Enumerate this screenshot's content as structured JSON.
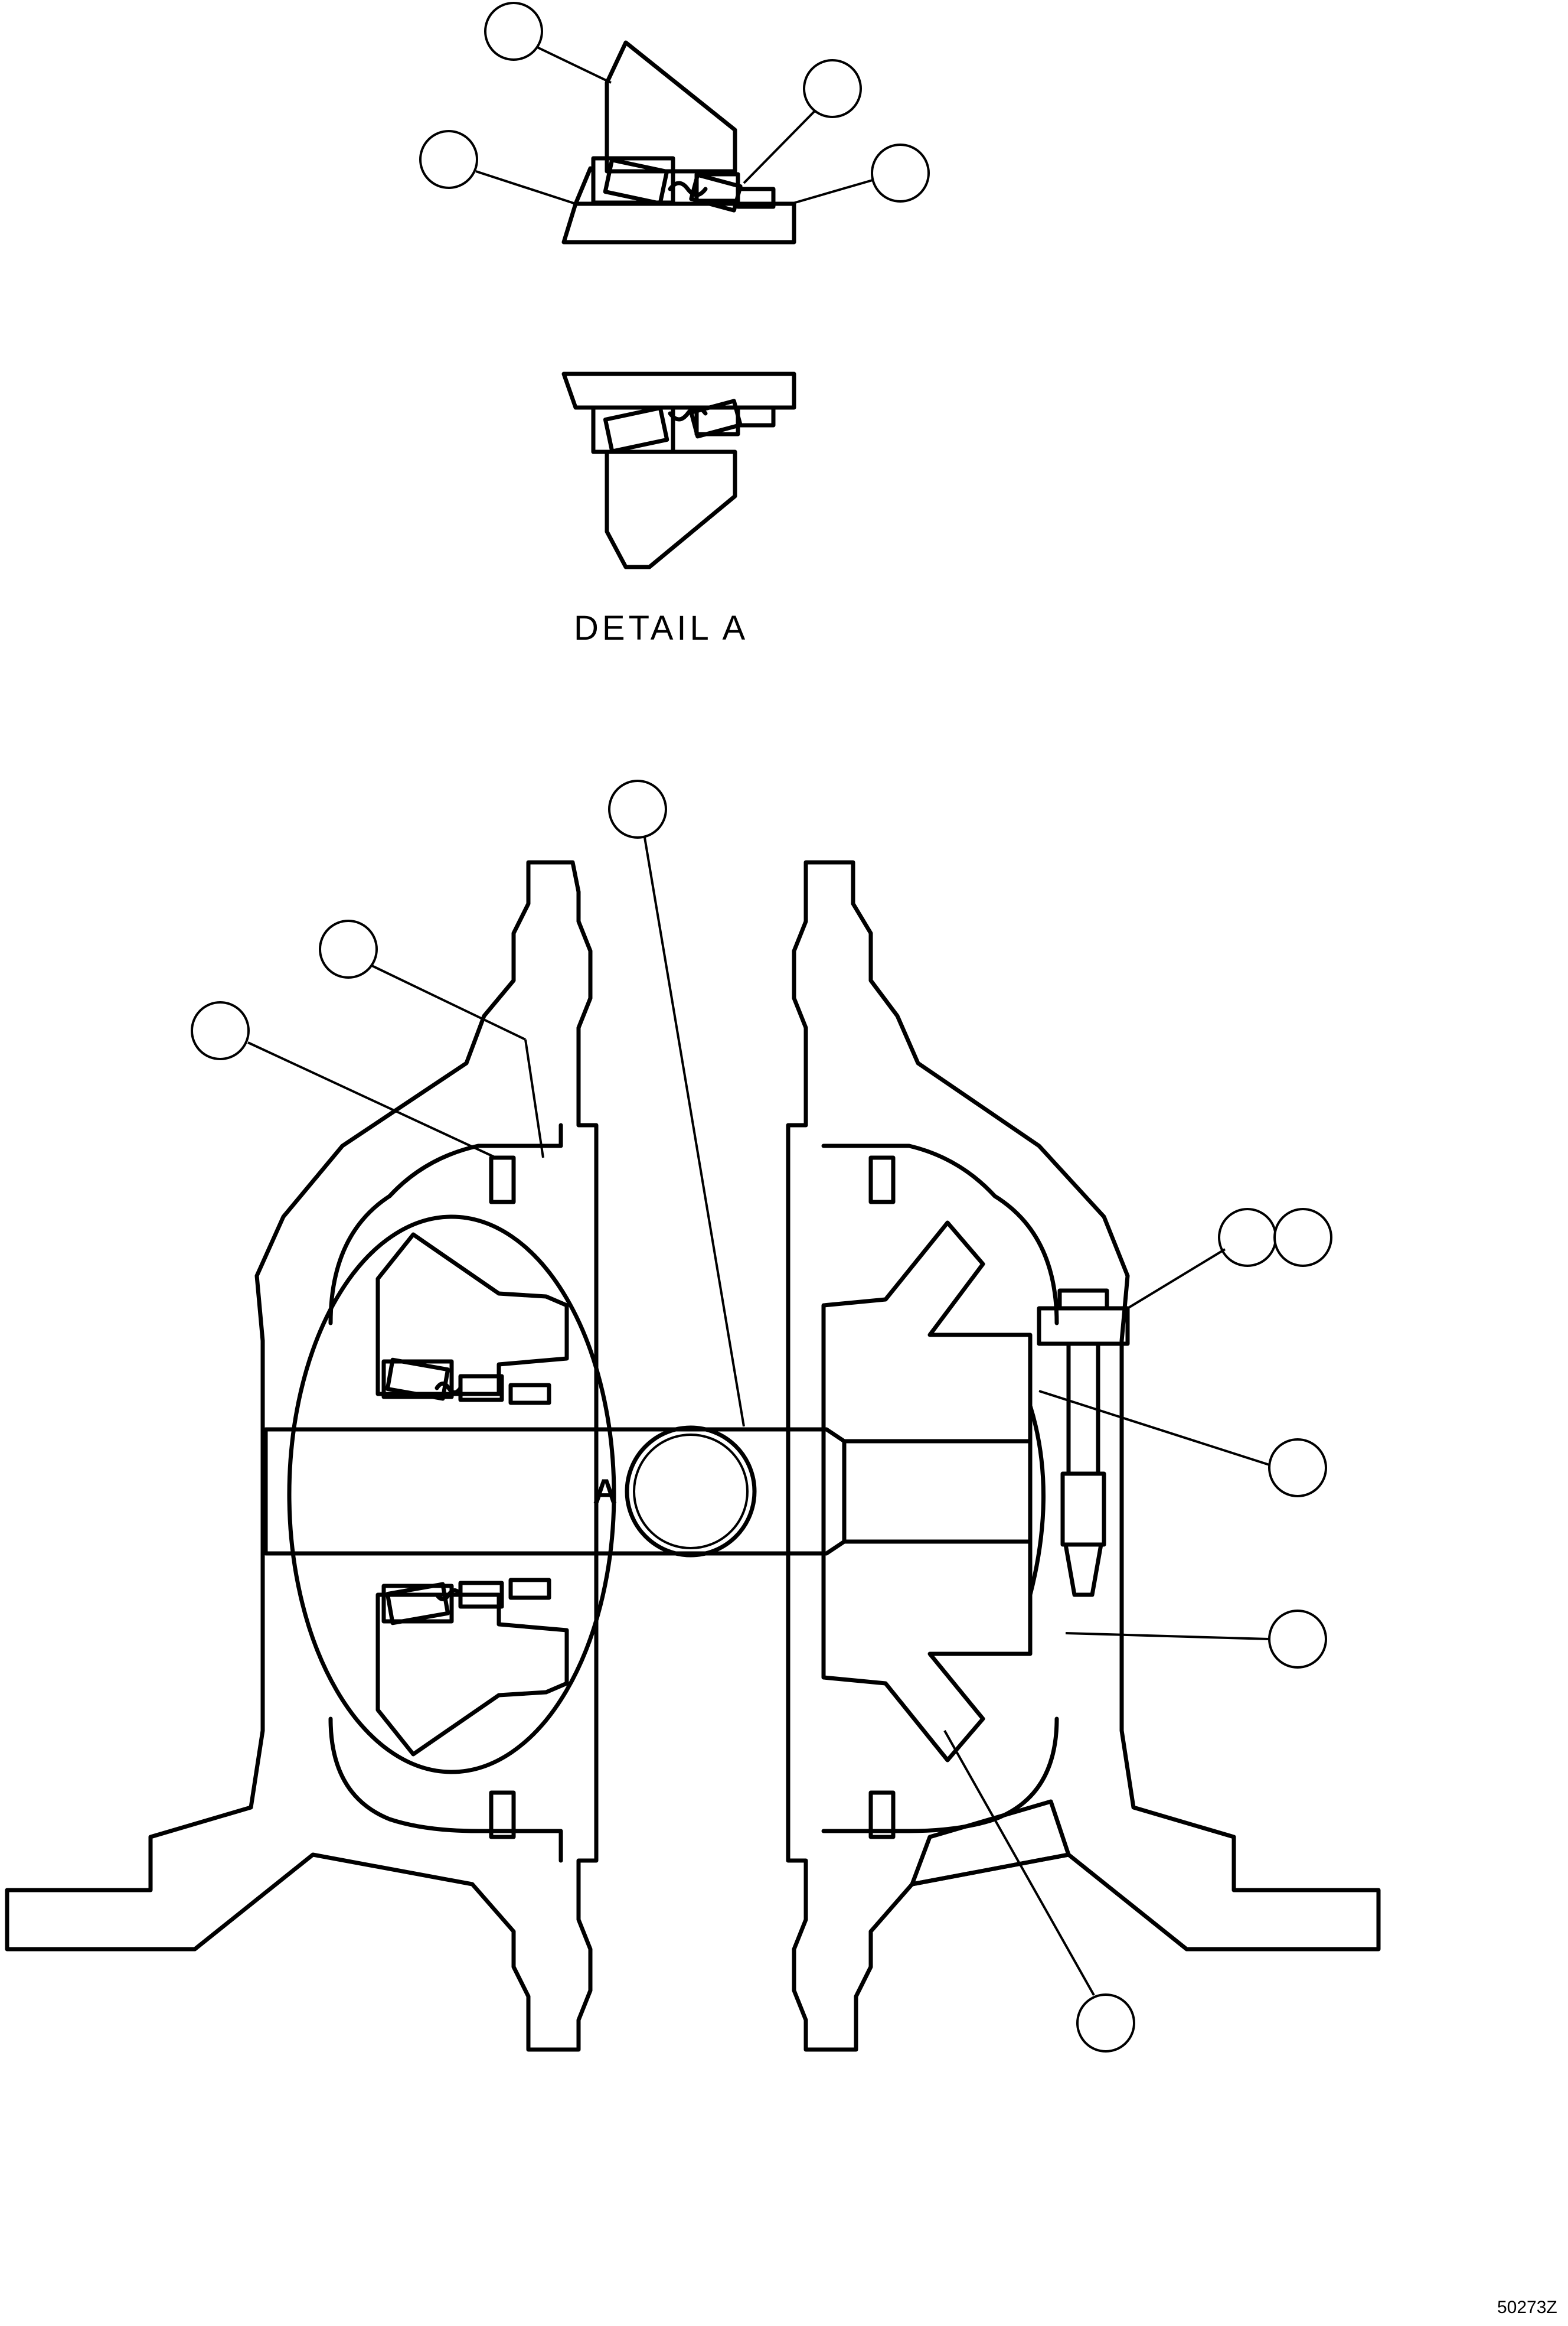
{
  "detail_caption": "DETAIL  A",
  "section_marker": "A",
  "drawing_code": "50273Z",
  "colors": {
    "line": "#000000",
    "background": "#ffffff"
  }
}
